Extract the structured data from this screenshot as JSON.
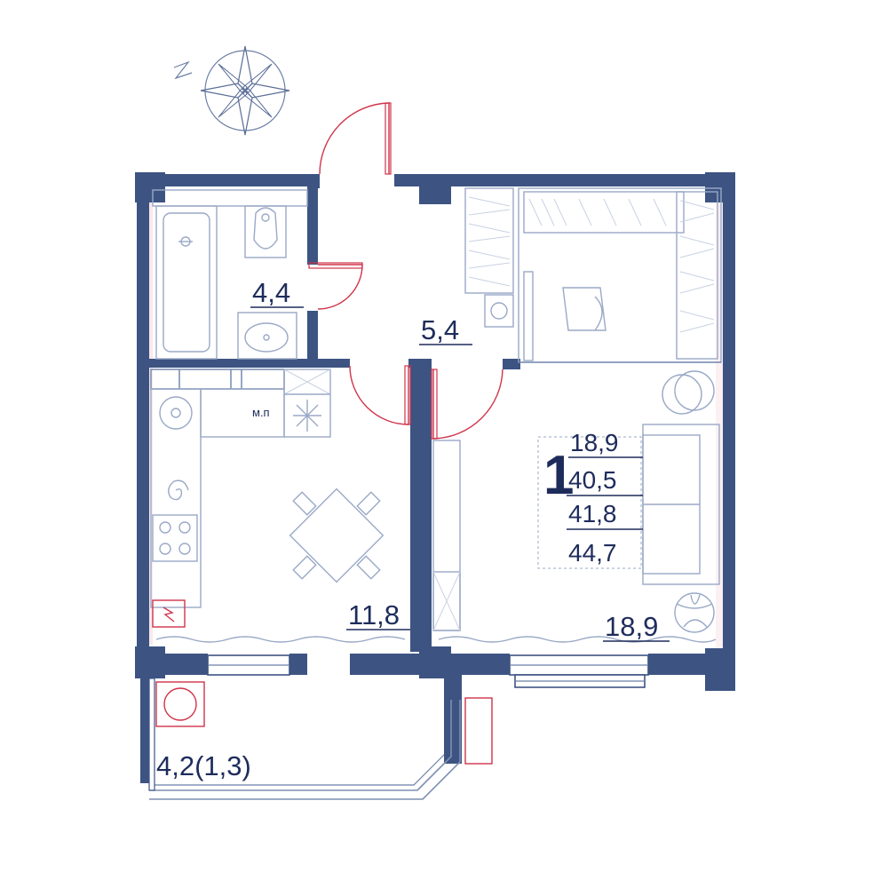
{
  "rooms": {
    "bathroom": {
      "area": "4,4"
    },
    "hallway": {
      "area": "5,4"
    },
    "kitchen": {
      "area": "11,8"
    },
    "living_room": {
      "area": "18,9"
    },
    "balcony": {
      "area": "4,2(1,3)"
    }
  },
  "summary": {
    "rooms_count": "1",
    "living_area": "18,9",
    "area_2": "40,5",
    "area_3": "41,8",
    "total_area": "44,7"
  },
  "kitchen_marker": "м.п",
  "compass": {
    "north_label": "N"
  },
  "colors": {
    "walls": "#3d5482",
    "text": "#1e2c5c",
    "doors_and_risers": "#d0344a",
    "furniture": "#9aa9c6"
  }
}
